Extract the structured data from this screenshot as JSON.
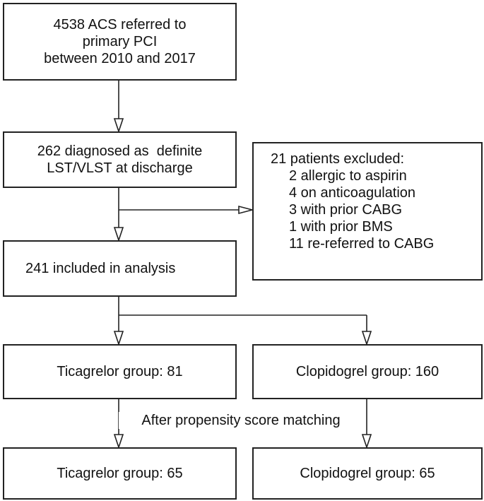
{
  "boxes": {
    "referred": [
      "4538 ACS referred to",
      "primary PCI",
      "between 2010 and 2017"
    ],
    "diagnosed": [
      "262 diagnosed as  definite",
      "LST/VLST at discharge"
    ],
    "included": "241 included in analysis",
    "excluded": {
      "heading": "21 patients excluded:",
      "items": [
        "2 allergic to aspirin",
        "4 on anticoagulation",
        "3 with prior CABG",
        "1 with prior BMS",
        "11 re-referred to CABG"
      ]
    },
    "ticagrelor_before": "Ticagrelor group: 81",
    "clopidogrel_before": "Clopidogrel group: 160",
    "ticagrelor_after": "Ticagrelor group: 65",
    "clopidogrel_after": "Clopidogrel group: 65"
  },
  "matching_label": "After propensity score matching",
  "colors": {
    "stroke": "#222222",
    "background": "#ffffff",
    "text": "#111111"
  }
}
